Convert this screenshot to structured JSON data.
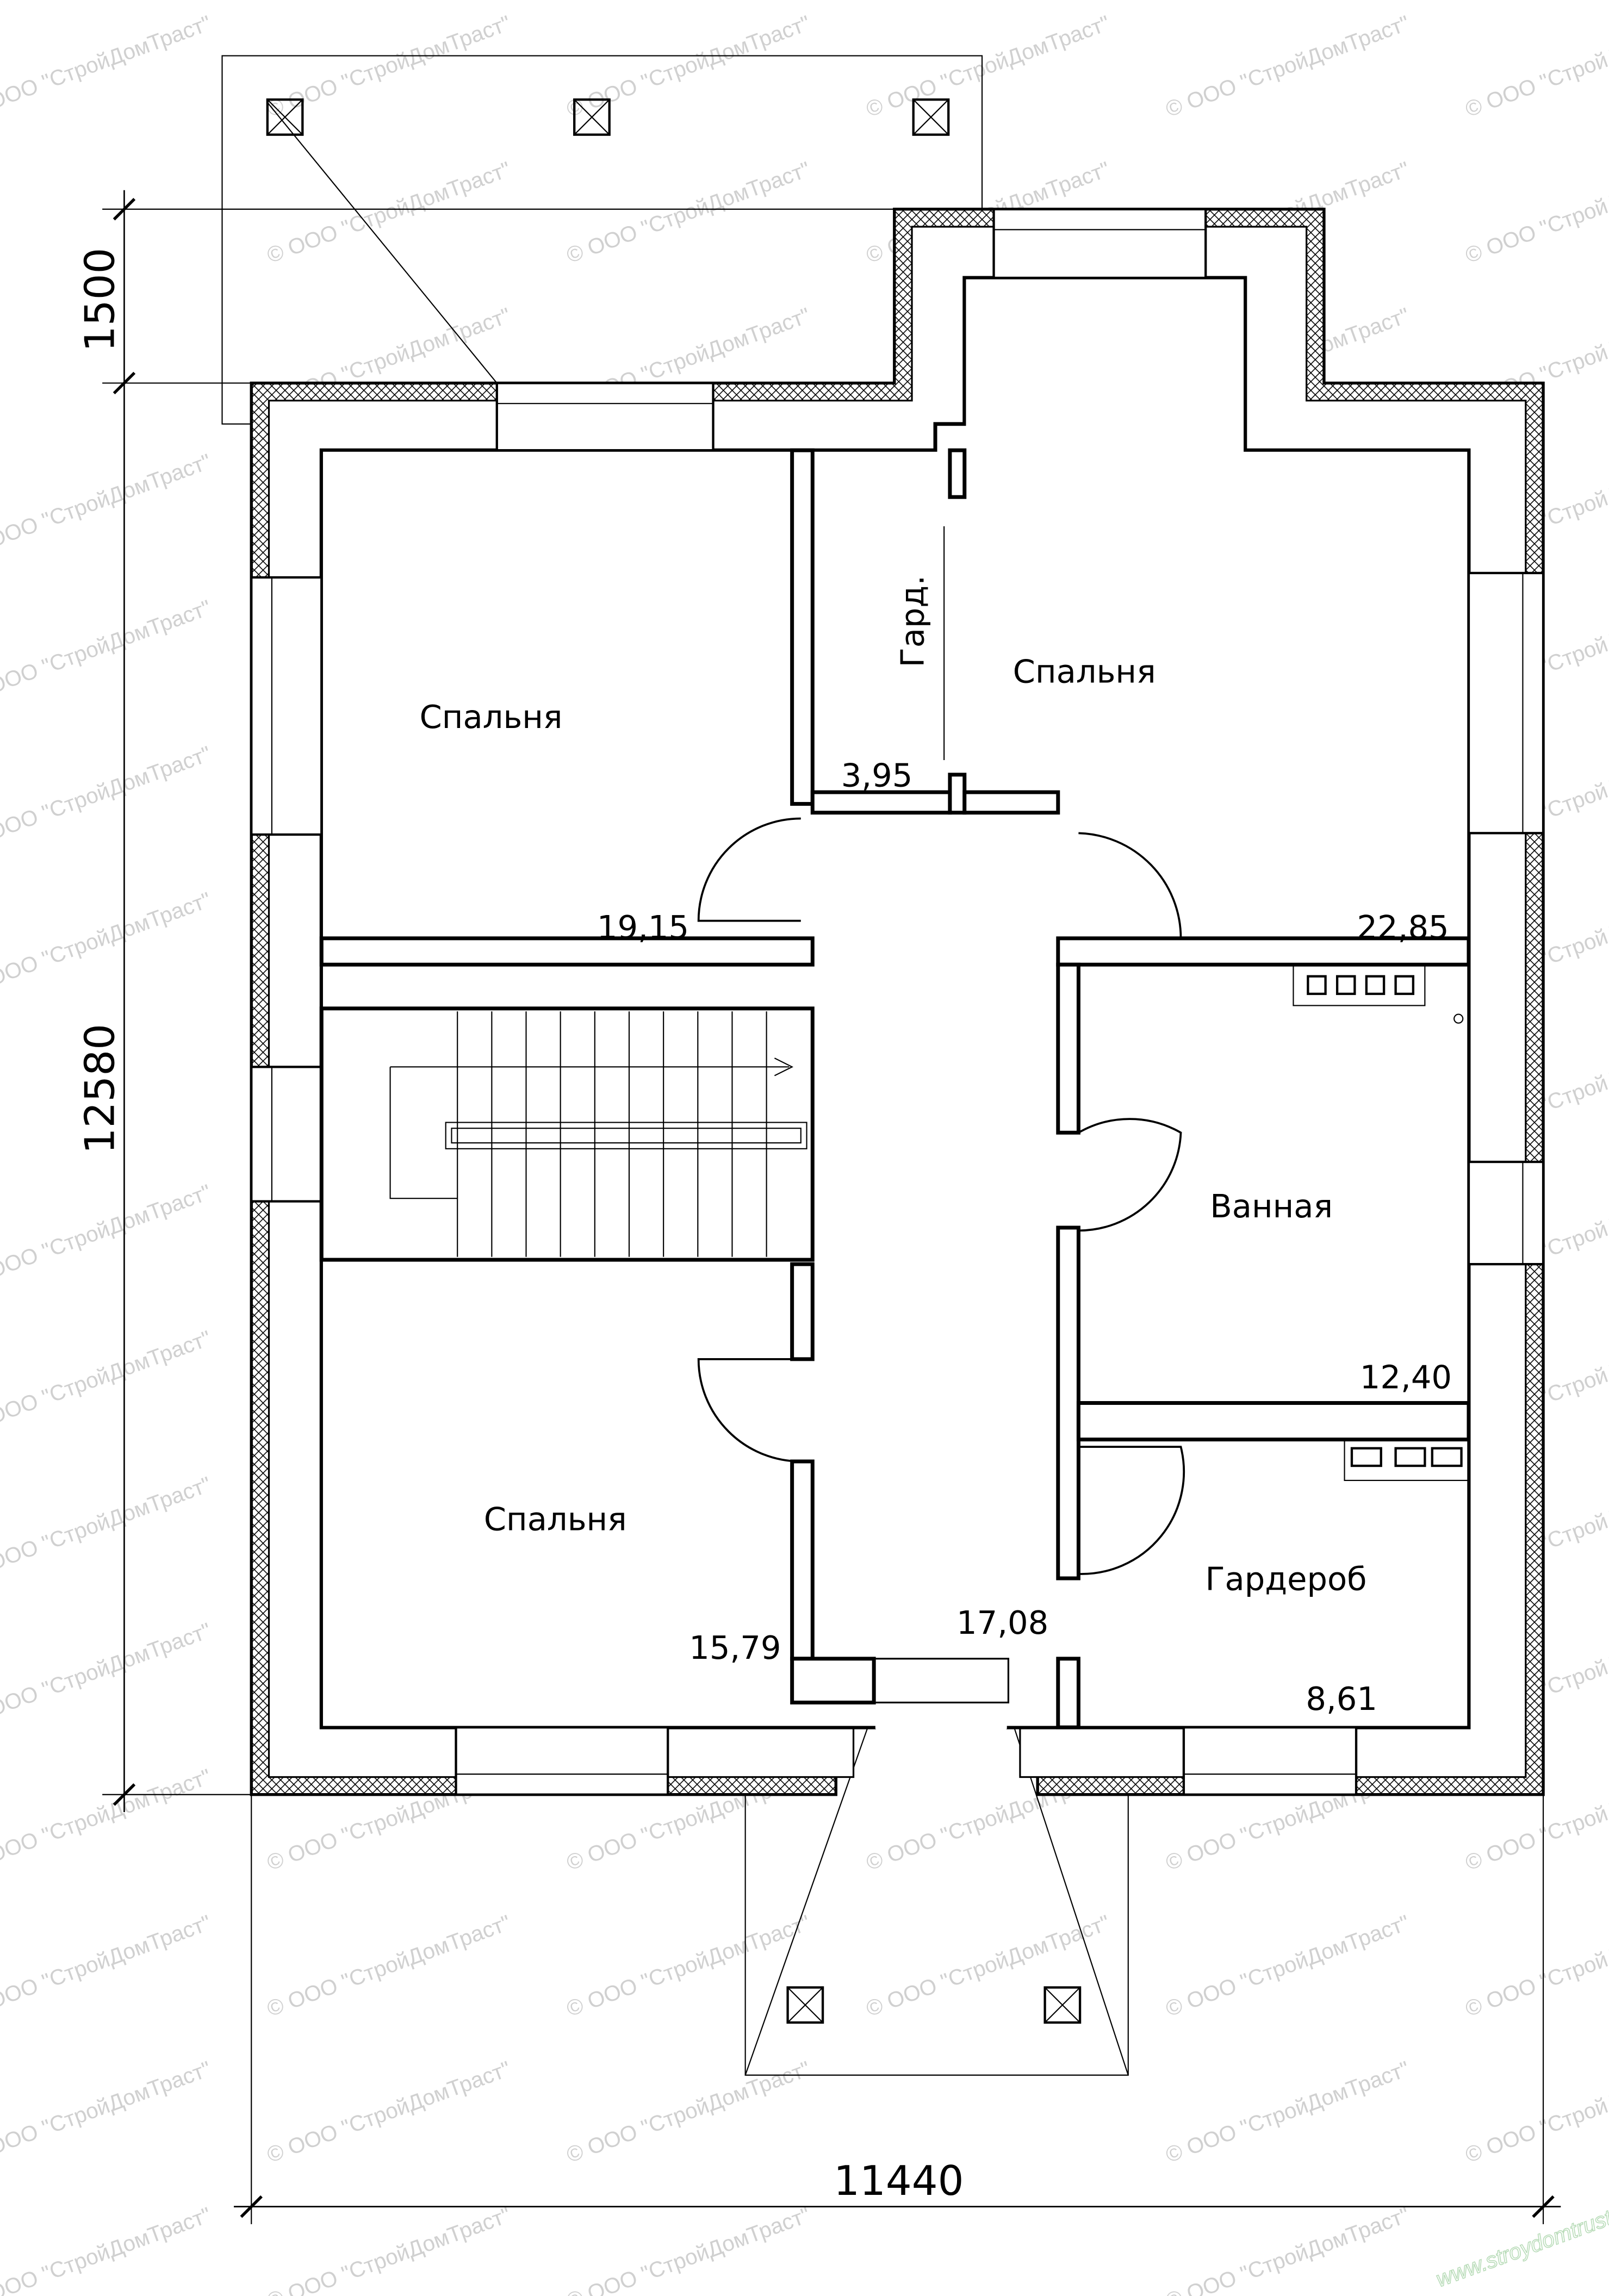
{
  "plan": {
    "rooms": [
      {
        "name": "Спальня",
        "area": "19,15"
      },
      {
        "name": "Спальня",
        "area": "22,85"
      },
      {
        "name": "Гард.",
        "area": "3,95"
      },
      {
        "name": "Ванная",
        "area": "12,40"
      },
      {
        "name": "Спальня",
        "area": "15,79"
      },
      {
        "name": "Гардероб",
        "area": "8,61"
      }
    ],
    "corridor_area": "17,08",
    "dimensions": {
      "porch_depth": "1500",
      "house_depth": "12580",
      "house_width": "11440"
    }
  },
  "watermark": {
    "text": "© ООО \"СтройДомТраст\"",
    "site": "www.stroydomtrust.ru"
  }
}
